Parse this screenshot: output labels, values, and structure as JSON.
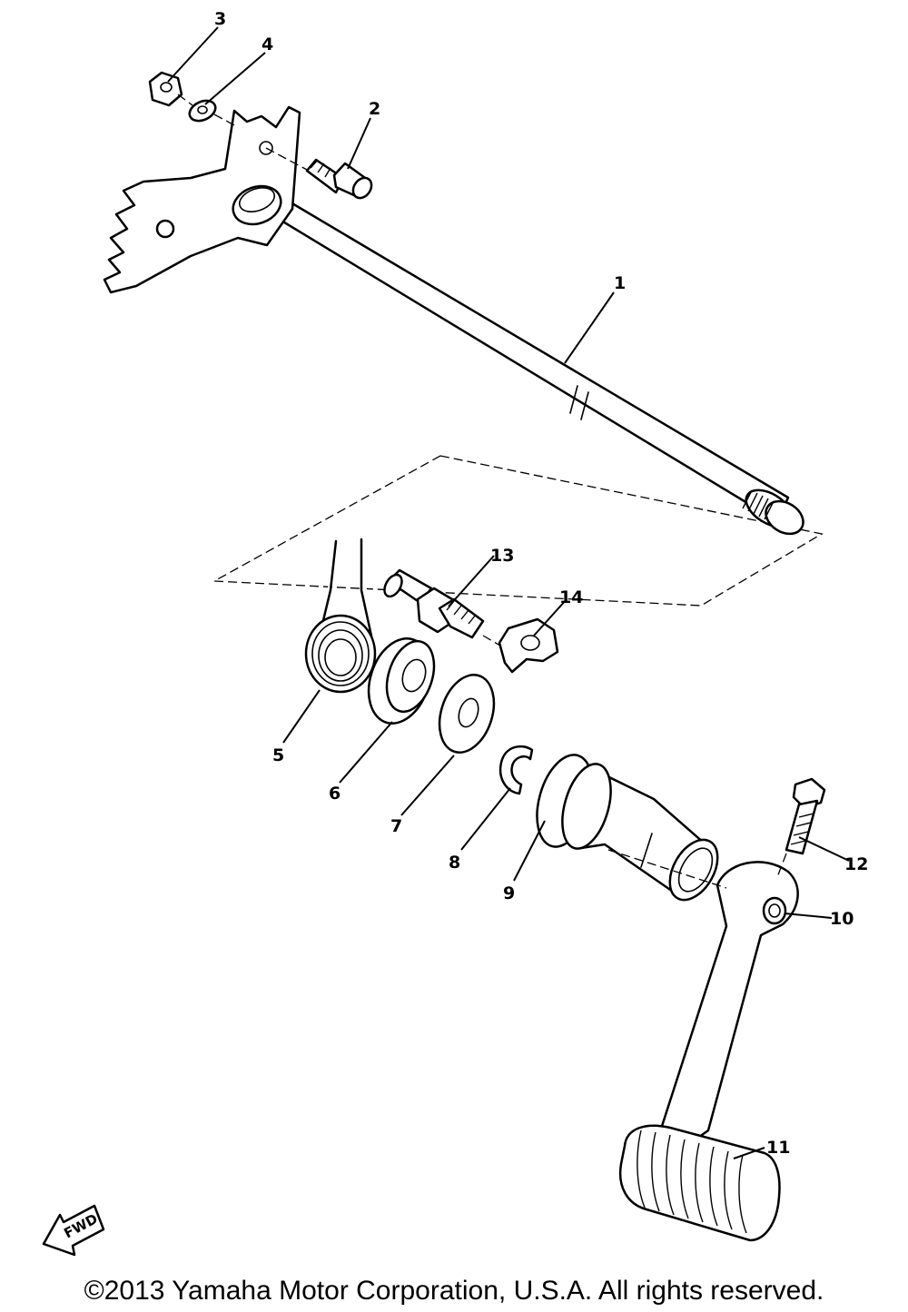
{
  "diagram": {
    "callouts": [
      {
        "id": "1",
        "label": "1"
      },
      {
        "id": "2",
        "label": "2"
      },
      {
        "id": "3",
        "label": "3"
      },
      {
        "id": "4",
        "label": "4"
      },
      {
        "id": "5",
        "label": "5"
      },
      {
        "id": "6",
        "label": "6"
      },
      {
        "id": "7",
        "label": "7"
      },
      {
        "id": "8",
        "label": "8"
      },
      {
        "id": "9",
        "label": "9"
      },
      {
        "id": "10",
        "label": "10"
      },
      {
        "id": "11",
        "label": "11"
      },
      {
        "id": "12",
        "label": "12"
      },
      {
        "id": "13",
        "label": "13"
      },
      {
        "id": "14",
        "label": "14"
      }
    ],
    "fwd_label": "FWD"
  },
  "footer": {
    "copyright": "©2013 Yamaha Motor Corporation, U.S.A. All rights reserved."
  }
}
